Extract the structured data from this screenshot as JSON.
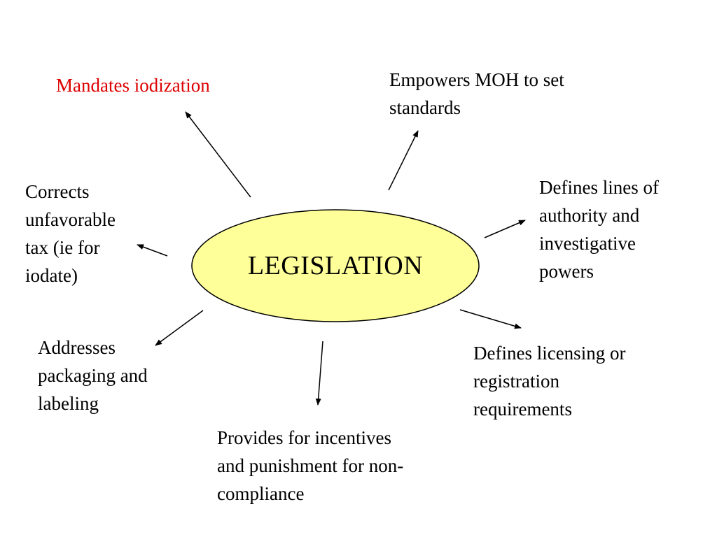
{
  "center": {
    "label": "LEGISLATION",
    "fill": "#ffff99",
    "stroke": "#000000"
  },
  "branches": [
    {
      "id": "mandates",
      "text": "Mandates iodization",
      "color": "#dd0000"
    },
    {
      "id": "empowers",
      "text": "Empowers MOH to set\nstandards",
      "color": "#000000"
    },
    {
      "id": "defines_lines",
      "text": "Defines lines of\nauthority and\ninvestigative\npowers",
      "color": "#000000"
    },
    {
      "id": "corrects",
      "text": "Corrects\nunfavorable\ntax (ie for\niodate)",
      "color": "#000000"
    },
    {
      "id": "licensing",
      "text": "Defines licensing or\nregistration\nrequirements",
      "color": "#000000"
    },
    {
      "id": "packaging",
      "text": "Addresses\npackaging and\nlabeling",
      "color": "#000000"
    },
    {
      "id": "incentives",
      "text": "Provides for incentives\nand punishment for non-\ncompliance",
      "color": "#000000"
    }
  ]
}
